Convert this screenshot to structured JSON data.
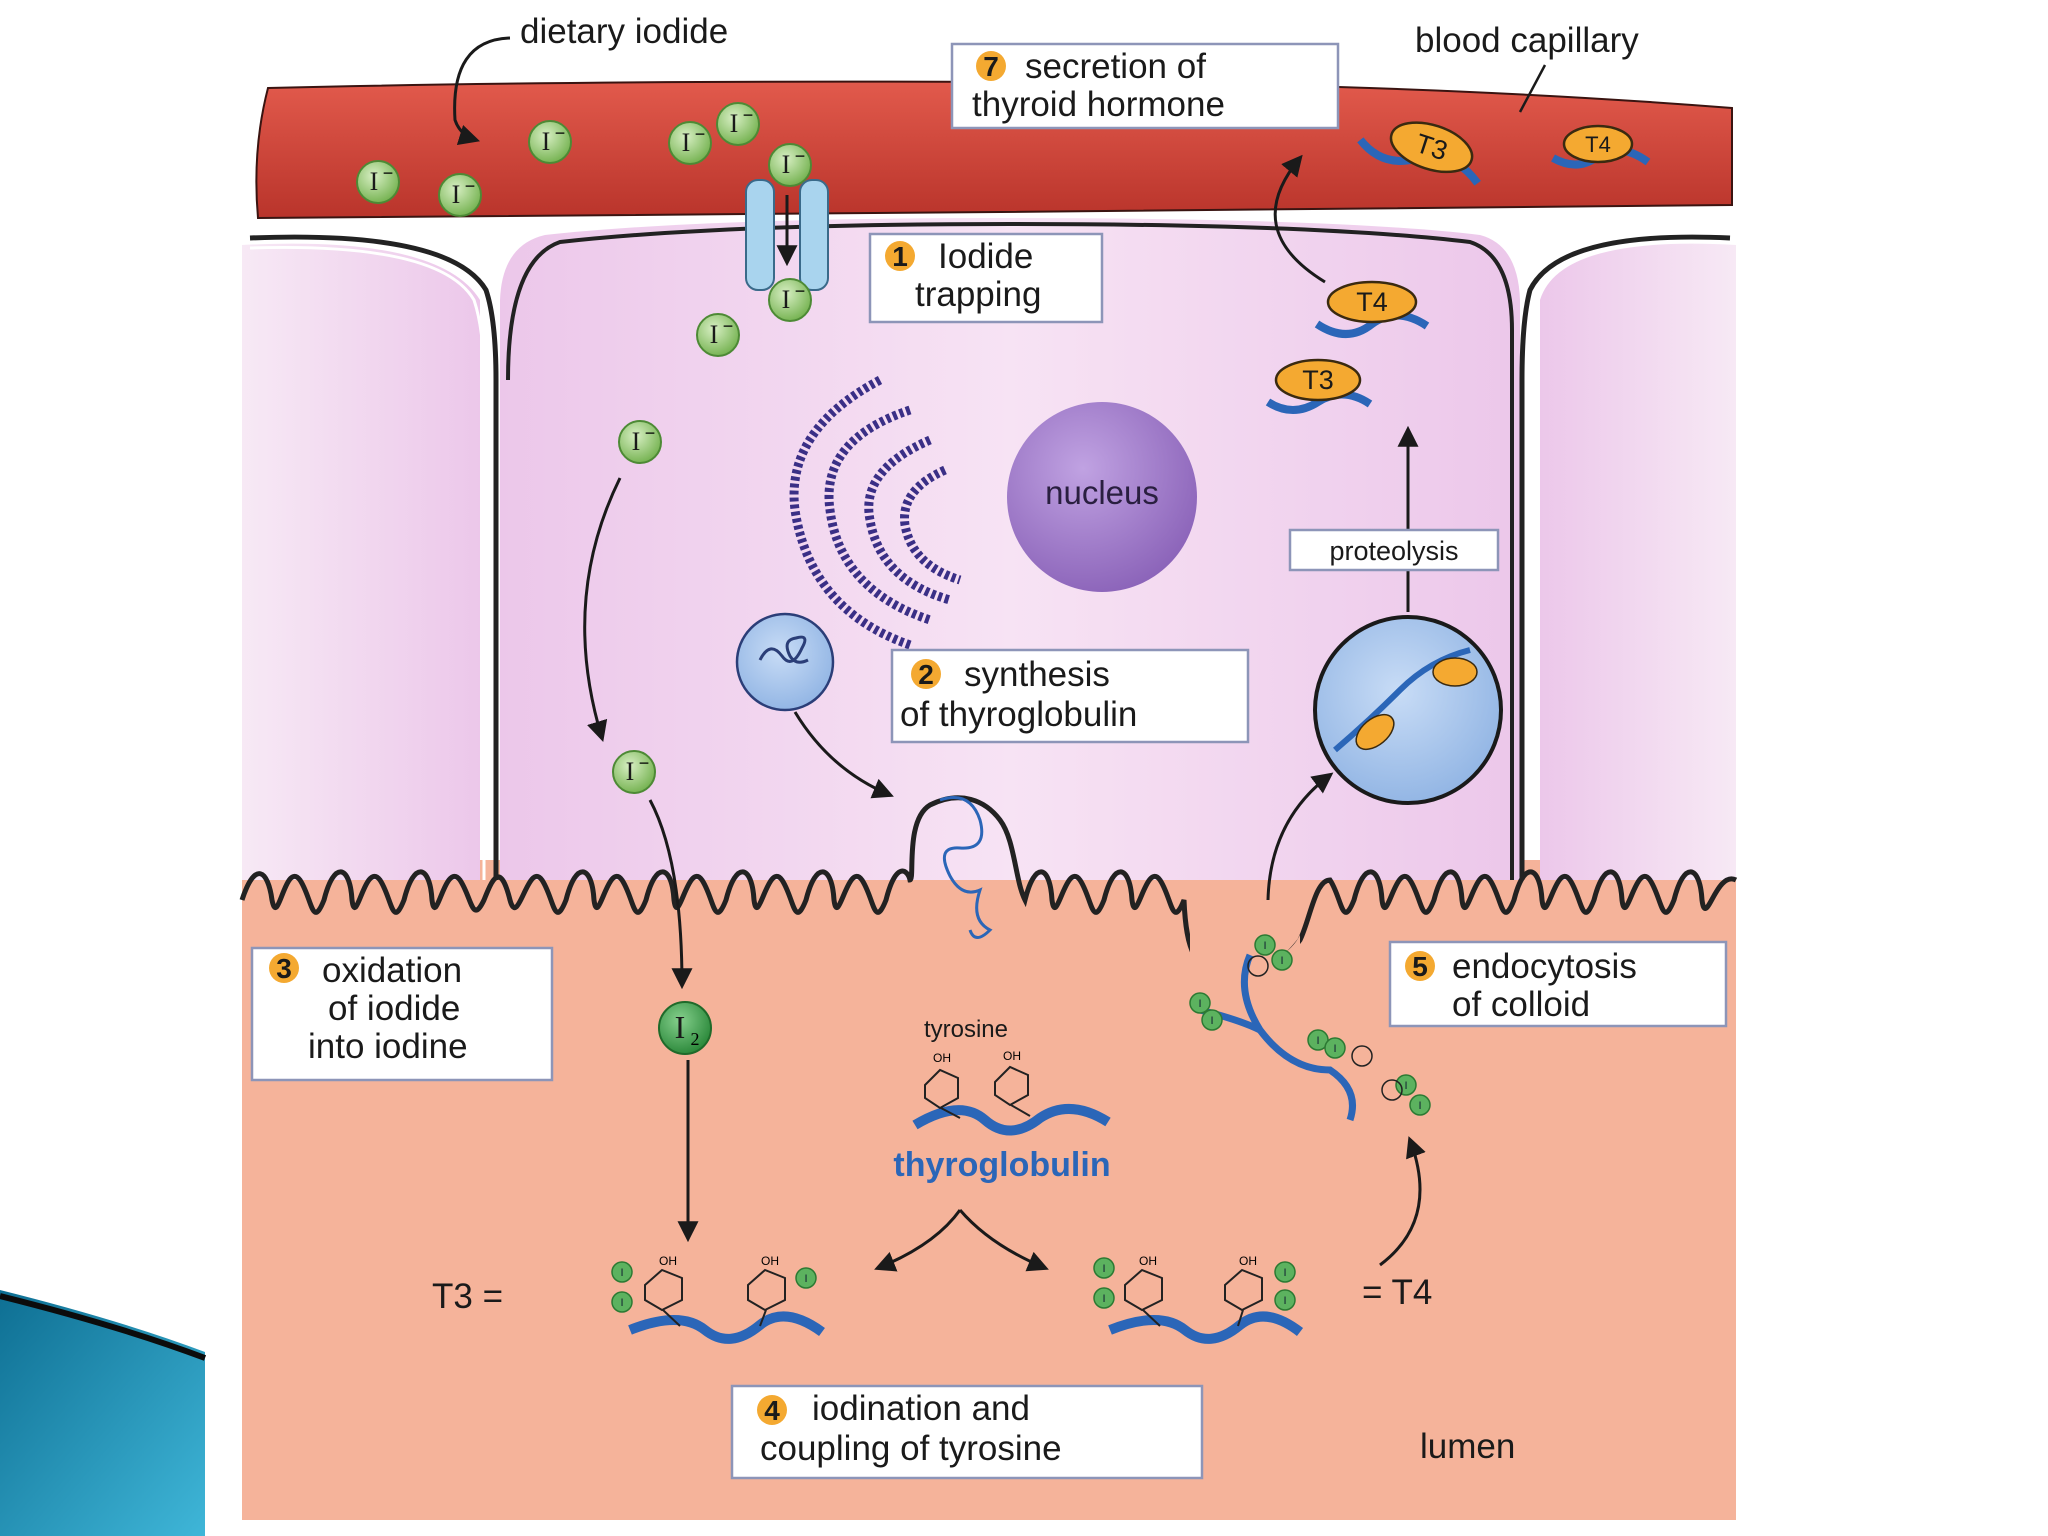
{
  "labels": {
    "dietary_iodide": "dietary iodide",
    "blood_capillary": "blood capillary",
    "nucleus": "nucleus",
    "proteolysis": "proteolysis",
    "tyrosine": "tyrosine",
    "thyroglobulin": "thyroglobulin",
    "t3_equals": "T3 =",
    "equals_t4": "= T4",
    "lumen": "lumen",
    "iodide_ion": "I",
    "ion_charge": "−",
    "iodine_molecule": "I",
    "iodine_subscript": "2",
    "hormone_t3": "T3",
    "hormone_t4": "T4",
    "hydroxyl": "OH"
  },
  "steps": [
    {
      "number": "1",
      "line1": "Iodide",
      "line2": "trapping"
    },
    {
      "number": "2",
      "line1": "synthesis",
      "line2": "of thyroglobulin"
    },
    {
      "number": "3",
      "line1": "oxidation",
      "line2": "of iodide",
      "line3": "into iodine"
    },
    {
      "number": "4",
      "line1": "iodination and",
      "line2": "coupling of tyrosine"
    },
    {
      "number": "5",
      "line1": "endocytosis",
      "line2": "of colloid"
    },
    {
      "number": "7",
      "line1": "secretion of",
      "line2": "thyroid hormone"
    }
  ],
  "colors": {
    "capillary": "#d8473c",
    "cell_body": "#f1d4ee",
    "lumen": "#f5b39a",
    "ion": "#8fc46a",
    "iodine": "#3d9a4a",
    "nucleus": "#9a76c4",
    "golgi": "#3a2f86",
    "step_badge": "#f4a931",
    "hormone": "#f4a931",
    "protein_chain": "#2b66b8",
    "transporter": "#a9d4ee",
    "slide_accent": "#1f8fb3"
  }
}
